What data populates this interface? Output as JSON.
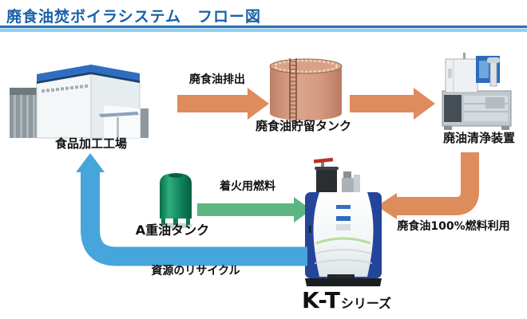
{
  "header": {
    "title": "廃食油焚ボイラシステム　フロー図"
  },
  "nodes": {
    "factory": {
      "label": "食品加工工場"
    },
    "storage_tank": {
      "label": "廃食油貯留タンク"
    },
    "cleaner": {
      "label": "廃油清浄装置"
    },
    "oil_tank": {
      "label": "A重油タンク"
    },
    "boiler": {
      "label_main": "K-T",
      "label_sub": "シリーズ"
    }
  },
  "flows": {
    "discharge": {
      "label": "廃食油排出",
      "color": "#de8c5c"
    },
    "to_cleaner": {
      "color": "#de8c5c"
    },
    "fuel_use": {
      "label": "廃食油100%燃料利用",
      "color": "#de8c5c"
    },
    "ignition": {
      "label": "着火用燃料",
      "color": "#5cb681"
    },
    "recycle": {
      "label": "資源のリサイクル",
      "color": "#46a5da"
    }
  },
  "colors": {
    "title_text": "#1961a8",
    "rule_dark": "#2e6fb0",
    "rule_light": "#8fd0f0",
    "factory_roof": "#2e6ec2",
    "storage_tank_body": "#d49a80",
    "oil_tank_body": "#11845c",
    "label_text": "#111111"
  }
}
